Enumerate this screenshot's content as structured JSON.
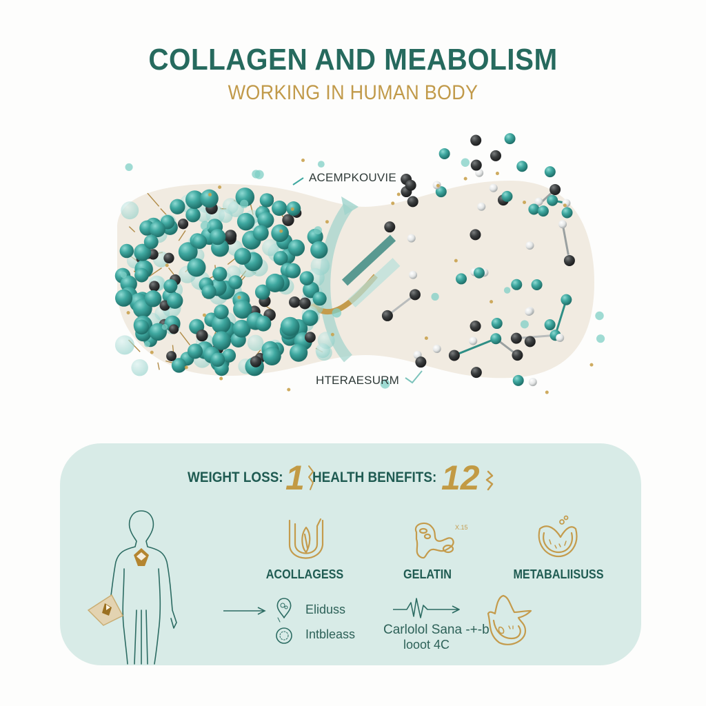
{
  "header": {
    "title": "COLLAGEN AND MEABOLISM",
    "subtitle": "WORKING IN HUMAN BODY"
  },
  "illustration": {
    "label_top": "ACEMPKOUVIE",
    "label_bottom": "HTERAESURM",
    "left_molecule": "dense-collagen-cluster",
    "right_molecule": "ball-and-stick-network"
  },
  "stats": {
    "weight_loss_label": "WEIGHT LOSS:",
    "weight_loss_value": "1",
    "health_benefits_label": "HEALTH BENEFITS:",
    "health_benefits_value": "12"
  },
  "icons": [
    {
      "name": "collagen-fiber-icon",
      "label": "ACOLLAGESS"
    },
    {
      "name": "gelatin-blob-icon",
      "label": "GELATIN",
      "annotation": "X.15"
    },
    {
      "name": "metabolism-bowl-icon",
      "label": "METABALIISUSS"
    }
  ],
  "flow": {
    "item1": "Eliduss",
    "item2": "Intbleass",
    "caption_line1": "Carlolol Sana -+-b",
    "caption_line2": "looot 4C"
  },
  "colors": {
    "primary_teal": "#266a5e",
    "accent_gold": "#c19a4a",
    "panel_bg": "#d8ebe7",
    "molecule_teal": "#3fa8a0",
    "molecule_dark": "#3a3d3e"
  }
}
